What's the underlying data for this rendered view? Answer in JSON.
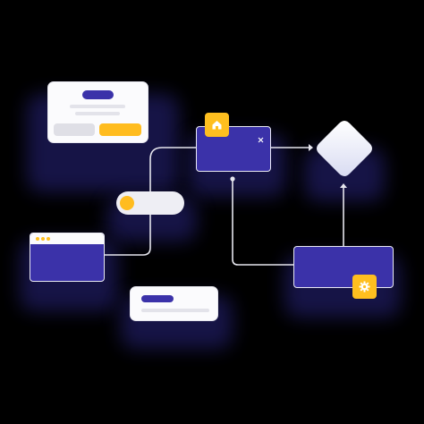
{
  "diagram": {
    "nodes": [
      {
        "id": "popup-card",
        "kind": "dialog"
      },
      {
        "id": "window-top",
        "kind": "window"
      },
      {
        "id": "diamond",
        "kind": "decision"
      },
      {
        "id": "toggle",
        "kind": "toggle"
      },
      {
        "id": "window-left",
        "kind": "window"
      },
      {
        "id": "window-right",
        "kind": "window"
      },
      {
        "id": "card-bottom",
        "kind": "card"
      }
    ],
    "icons": {
      "top_badge": "home-icon",
      "right_badge": "gear-icon",
      "close": "close-icon"
    },
    "colors": {
      "background": "#000000",
      "primary": "#3b32a9",
      "accent": "#ffbc1f",
      "card": "#fbfbfd",
      "line": "#e6e6ee"
    }
  }
}
